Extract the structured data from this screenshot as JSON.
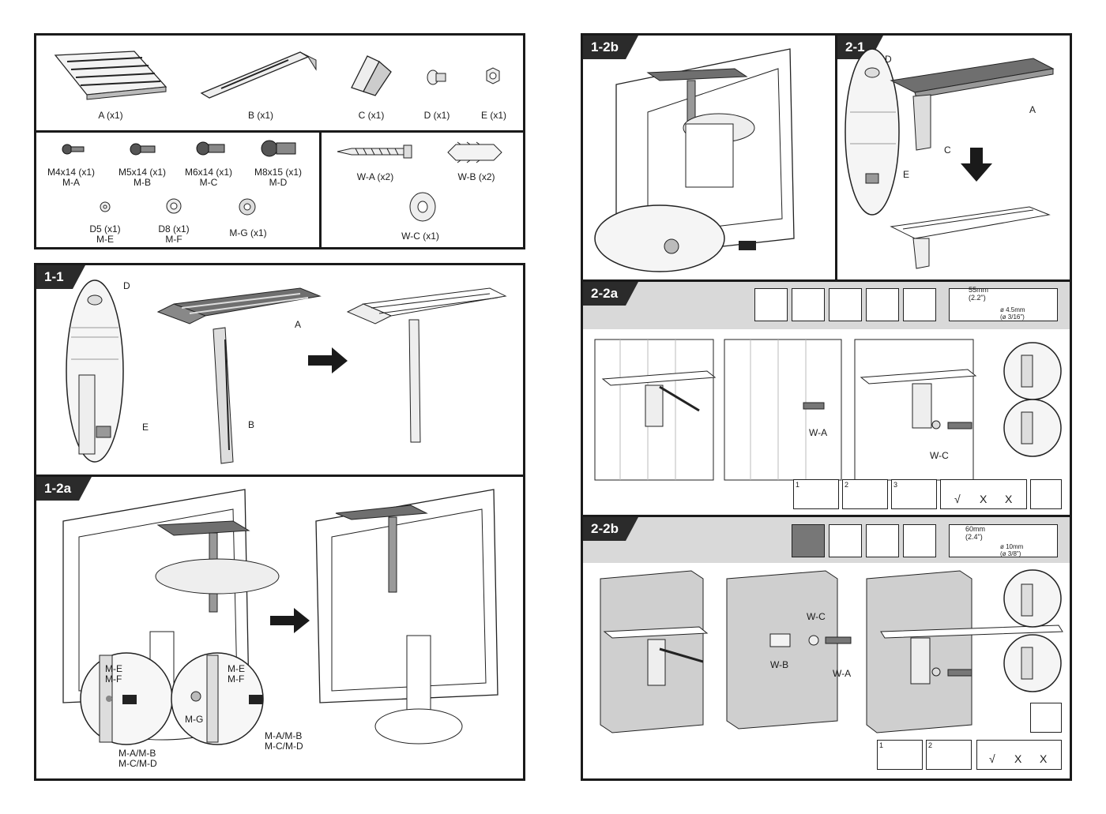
{
  "parts": {
    "hardware": [
      {
        "label": "A (x1)"
      },
      {
        "label": "B (x1)"
      },
      {
        "label": "C (x1)"
      },
      {
        "label": "D (x1)"
      },
      {
        "label": "E (x1)"
      }
    ],
    "screws": [
      {
        "size": "M4x14 (x1)",
        "code": "M-A"
      },
      {
        "size": "M5x14 (x1)",
        "code": "M-B"
      },
      {
        "size": "M6x14 (x1)",
        "code": "M-C"
      },
      {
        "size": "M8x15 (x1)",
        "code": "M-D"
      }
    ],
    "washers": [
      {
        "size": "D5 (x1)",
        "code": "M-E"
      },
      {
        "size": "D8 (x1)",
        "code": "M-F"
      },
      {
        "size": "M-G (x1)",
        "code": ""
      }
    ],
    "wall": [
      {
        "label": "W-A (x2)"
      },
      {
        "label": "W-B (x2)"
      },
      {
        "label": "W-C (x1)"
      }
    ]
  },
  "steps": {
    "s1_1": {
      "title": "1-1",
      "callouts": {
        "d": "D",
        "a": "A",
        "e": "E",
        "b": "B"
      }
    },
    "s1_2a": {
      "title": "1-2a",
      "callouts": {
        "me1": "M-E",
        "mf1": "M-F",
        "screws1a": "M-A/M-B",
        "screws1b": "M-C/M-D",
        "me2": "M-E",
        "mf2": "M-F",
        "mg": "M-G",
        "screws2a": "M-A/M-B",
        "screws2b": "M-C/M-D"
      }
    },
    "s1_2b": {
      "title": "1-2b"
    },
    "s2_1": {
      "title": "2-1",
      "callouts": {
        "d": "D",
        "a": "A",
        "c": "C",
        "e": "E"
      }
    },
    "s2_2a": {
      "title": "2-2a",
      "callouts": {
        "wa": "W-A",
        "wc": "W-C"
      },
      "dims": {
        "a": "55mm",
        "b": "(2.2\")",
        "c": "ø 4.5mm",
        "d": "(ø 3/16\")"
      },
      "sub": {
        "one": "1",
        "two": "2",
        "three": "3"
      },
      "marks": {
        "ok": "√",
        "x1": "X",
        "x2": "X"
      }
    },
    "s2_2b": {
      "title": "2-2b",
      "callouts": {
        "wc": "W-C",
        "wb": "W-B",
        "wa": "W-A"
      },
      "dims": {
        "a": "60mm",
        "b": "(2.4\")",
        "c": "ø 10mm",
        "d": "(ø 3/8\")"
      },
      "sub": {
        "one": "1",
        "two": "2"
      },
      "marks": {
        "ok": "√",
        "x1": "X",
        "x2": "X"
      }
    }
  },
  "colors": {
    "frame": "#1a1a1a",
    "tab": "#2b2b2b",
    "band": "#d9d9d9",
    "wall_texture": "#cfcfcf",
    "plate": "#6f6f6f"
  }
}
